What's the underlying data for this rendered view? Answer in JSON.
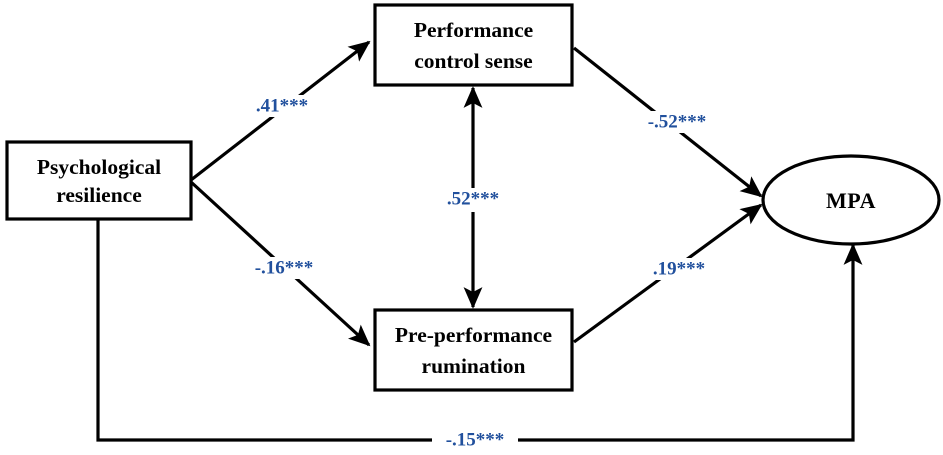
{
  "figure": {
    "type": "path-diagram",
    "caption": "",
    "accent_color": "#21509D",
    "line_color": "#000000",
    "background": "#FFFFFF"
  },
  "nodes": [
    {
      "id": "psychological-resilience",
      "shape": "rectangle",
      "line1": "Psychological",
      "line2": "resilience"
    },
    {
      "id": "performance-control-sense",
      "shape": "rectangle",
      "line1": "Performance",
      "line2": "control sense"
    },
    {
      "id": "pre-performance-rumination",
      "shape": "rectangle",
      "line1": "Pre-performance",
      "line2": "rumination"
    },
    {
      "id": "mpa",
      "shape": "ellipse",
      "line1": "MPA",
      "line2": ""
    }
  ],
  "paths": [
    {
      "id": "resilience-to-control-sense",
      "from": "psychological-resilience",
      "to": "performance-control-sense",
      "coefficient": ".41***",
      "value": 0.41,
      "significance": "***",
      "arrow": "single"
    },
    {
      "id": "resilience-to-rumination",
      "from": "psychological-resilience",
      "to": "pre-performance-rumination",
      "coefficient": "-.16***",
      "value": -0.16,
      "significance": "***",
      "arrow": "single"
    },
    {
      "id": "control-sense-to-mpa",
      "from": "performance-control-sense",
      "to": "mpa",
      "coefficient": "-.52***",
      "value": -0.52,
      "significance": "***",
      "arrow": "single"
    },
    {
      "id": "rumination-to-mpa",
      "from": "pre-performance-rumination",
      "to": "mpa",
      "coefficient": ".19***",
      "value": 0.19,
      "significance": "***",
      "arrow": "single"
    },
    {
      "id": "control-sense-rumination-correlation",
      "from": "performance-control-sense",
      "to": "pre-performance-rumination",
      "coefficient": ".52***",
      "value": 0.52,
      "significance": "***",
      "arrow": "double"
    },
    {
      "id": "resilience-to-mpa-direct",
      "from": "psychological-resilience",
      "to": "mpa",
      "coefficient": "-.15***",
      "value": -0.15,
      "significance": "***",
      "arrow": "single"
    }
  ]
}
